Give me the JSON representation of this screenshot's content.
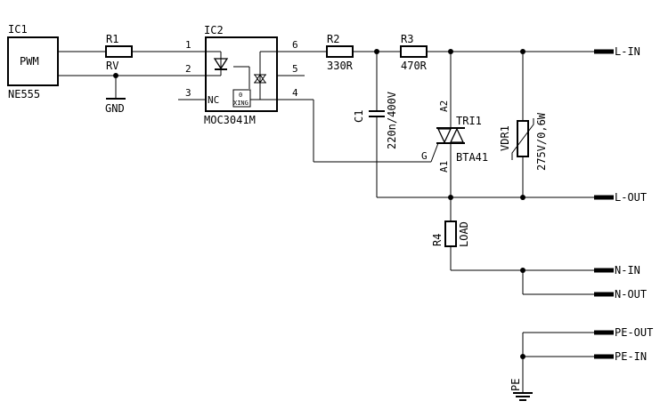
{
  "ic1": {
    "ref": "IC1",
    "body": "PWM",
    "value": "NE555"
  },
  "r1": {
    "ref": "R1",
    "value": "RV"
  },
  "gnd": {
    "label": "GND"
  },
  "ic2": {
    "ref": "IC2",
    "value": "MOC3041M",
    "pins": {
      "p1": "1",
      "p2": "2",
      "p3": "3",
      "p4": "4",
      "p5": "5",
      "p6": "6"
    },
    "nc": "NC",
    "zc_top": "0",
    "zc_bottom": "XING"
  },
  "r2": {
    "ref": "R2",
    "value": "330R"
  },
  "r3": {
    "ref": "R3",
    "value": "470R"
  },
  "c1": {
    "ref": "C1",
    "value": "220n/400V"
  },
  "tri1": {
    "ref": "TRI1",
    "value": "BTA41",
    "a2": "A2",
    "a1": "A1",
    "g": "G"
  },
  "vdr1": {
    "ref": "VDR1",
    "value": "275V/0,6W"
  },
  "r4": {
    "ref": "R4",
    "value": "LOAD"
  },
  "pe": {
    "label": "PE"
  },
  "terminals": {
    "l_in": "L-IN",
    "l_out": "L-OUT",
    "n_in": "N-IN",
    "n_out": "N-OUT",
    "pe_out": "PE-OUT",
    "pe_in": "PE-IN"
  }
}
